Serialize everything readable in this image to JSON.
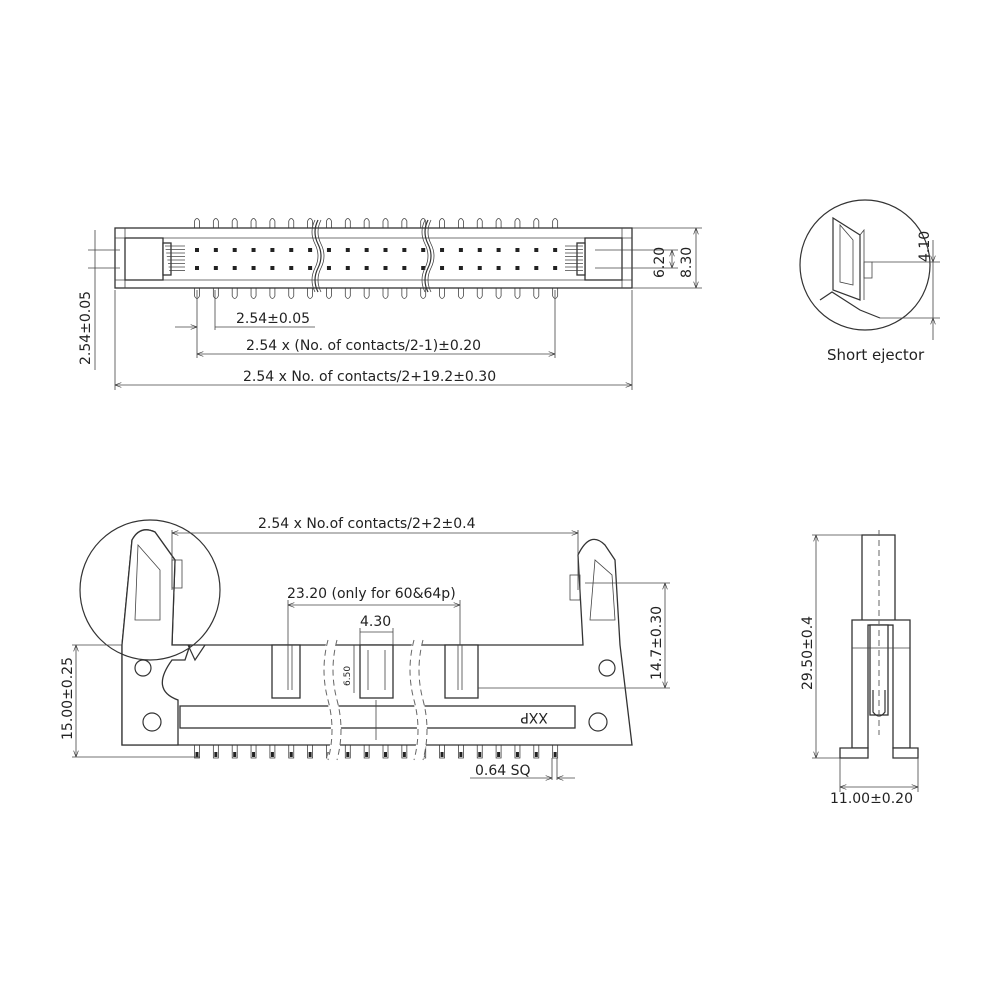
{
  "top_view": {
    "pitch_vertical": "2.54±0.05",
    "pitch_horizontal": "2.54±0.05",
    "row_span": "2.54 x (No. of contacts/2-1)±0.20",
    "overall_length": "2.54 x No. of contacts/2+19.2±0.30",
    "inner_height": "6.20",
    "outer_height": "8.30"
  },
  "short_ejector": {
    "dimension": "4.10",
    "label": "Short ejector"
  },
  "front_view": {
    "latch_span": "2.54 x No.of contacts/2+2±0.4",
    "key_spacing": "23.20 (only for 60&64p)",
    "key_width": "4.30",
    "key_depth": "6.50",
    "total_height": "15.00±0.25",
    "latch_height": "14.7±0.30",
    "pin_size": "0.64 SQ",
    "marking": "XXP"
  },
  "side_view": {
    "height": "29.50±0.4",
    "width": "11.00±0.20"
  }
}
